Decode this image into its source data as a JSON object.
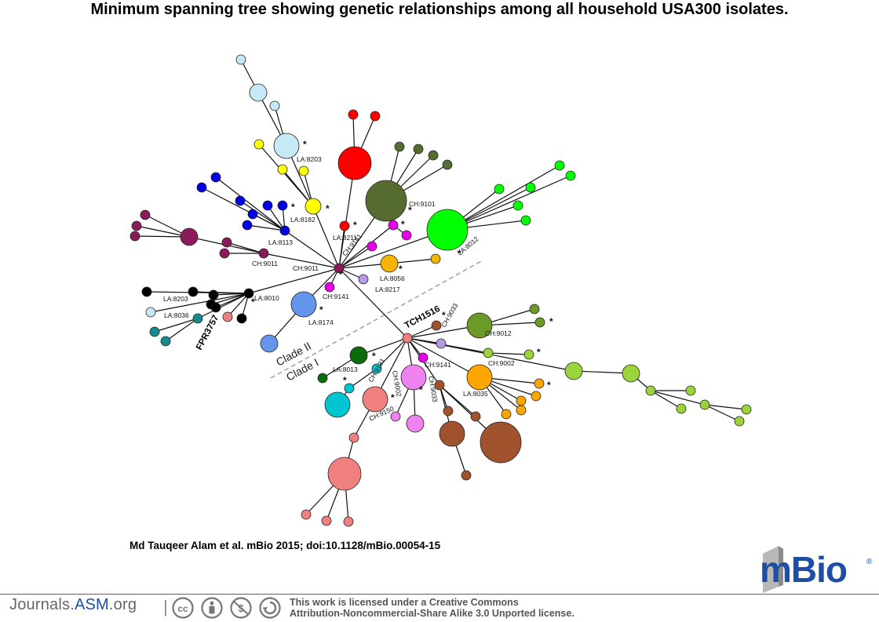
{
  "title": "Minimum spanning tree showing genetic relationships among all household USA300 isolates.",
  "citation": "Md Tauqeer Alam et al. mBio 2015; doi:10.1128/mBio.00054-15",
  "footer": {
    "journals_prefix": "Journals.",
    "journals_asm": "ASM",
    "journals_suffix": ".org",
    "license_line1": "This work is licensed under a Creative Commons",
    "license_line2": "Attribution-Noncommercial-Share Alike 3.0 Unported license.",
    "icons": [
      "cc-icon",
      "by-icon",
      "nc-icon",
      "sa-icon"
    ]
  },
  "mbio_logo": "mBio",
  "diagram": {
    "clade_labels": [
      "Clade II",
      "Clade I"
    ],
    "reference_labels": [
      "FPR3757",
      "TCH1516"
    ],
    "colors": {
      "maroon": "#8b1a5a",
      "lightblue": "#c5e9f5",
      "yellow": "#ffff00",
      "red": "#ff0000",
      "olive": "#556b2f",
      "green": "#00ff00",
      "magenta": "#e800e8",
      "orange": "#f5b400",
      "lavender": "#b59ae8",
      "blue": "#0000e0",
      "black": "#000000",
      "teal": "#128c8c",
      "salmon": "#f08080",
      "cornflower": "#6495ed",
      "darkgreen": "#0b6b0b",
      "cyan": "#00c5d0",
      "violet": "#ee82ee",
      "brown": "#a0522d",
      "pasture": "#6b9a26",
      "yellowgreen": "#9ad43a",
      "amber": "#ffa500"
    }
  }
}
